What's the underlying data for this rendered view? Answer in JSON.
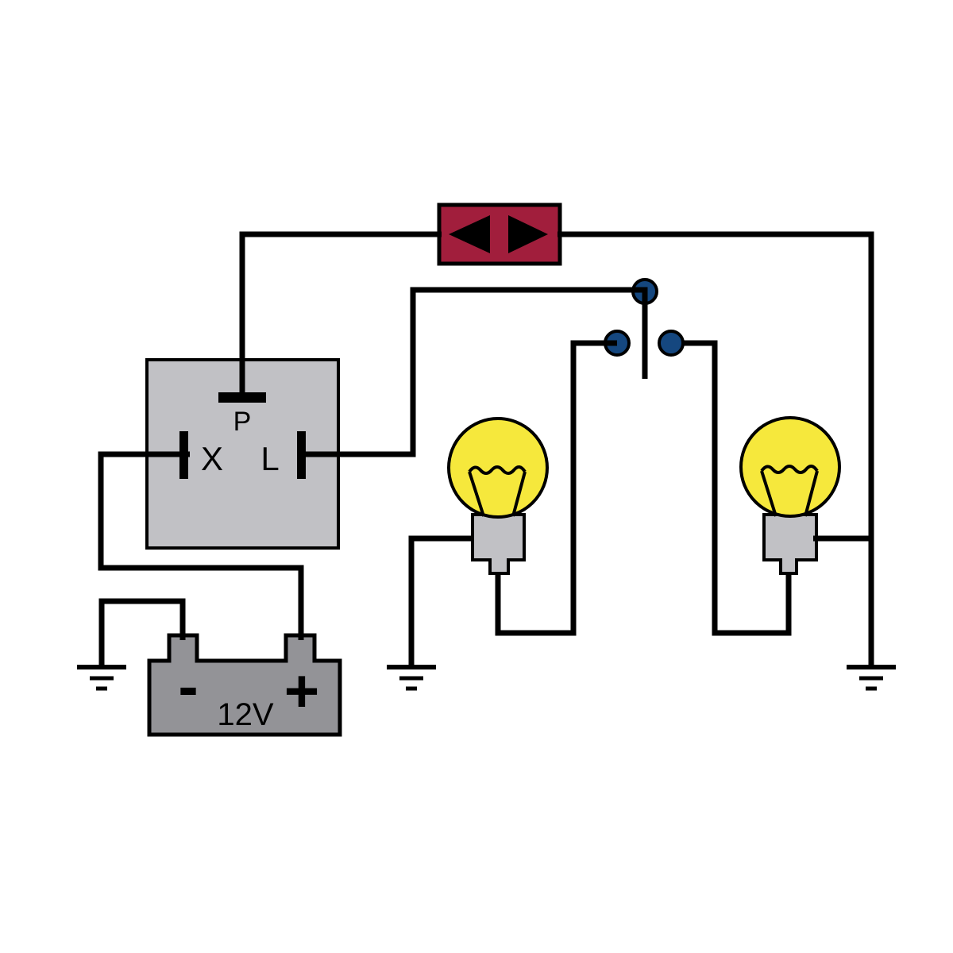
{
  "relay": {
    "terminal_p_label": "P",
    "terminal_x_label": "X",
    "terminal_l_label": "L"
  },
  "battery": {
    "negative_label": "-",
    "positive_label": "+",
    "voltage_label": "12V"
  },
  "colors": {
    "wire": "#000000",
    "indicator_fill": "#a11e3c",
    "arrow_fill": "#000000",
    "relay_fill": "#c1c1c5",
    "terminal_fill": "#000000",
    "battery_fill": "#939397",
    "bulb_fill": "#f6e83c",
    "socket_fill": "#c1c1c5",
    "switch_contact_fill": "#15477f"
  }
}
